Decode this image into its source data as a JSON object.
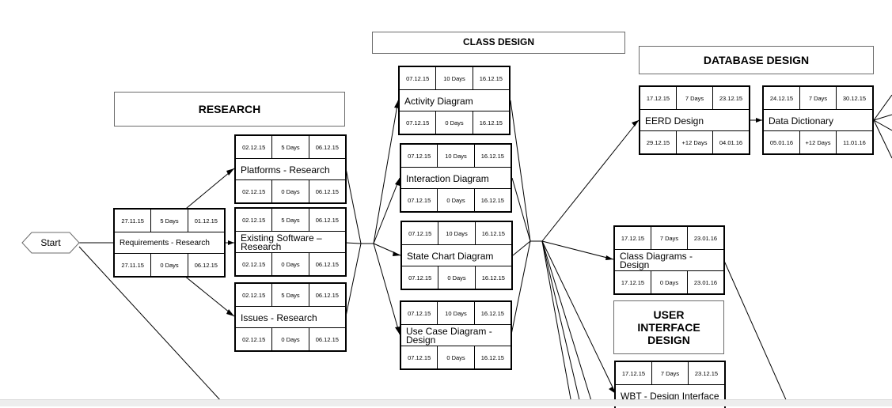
{
  "headings": [
    {
      "id": "research",
      "label": "RESEARCH"
    },
    {
      "id": "class",
      "label": "CLASS DESIGN"
    },
    {
      "id": "database",
      "label": "DATABASE DESIGN"
    },
    {
      "id": "ui",
      "label": "USER\nINTERFACE\nDESIGN"
    }
  ],
  "start": {
    "label": "Start"
  },
  "nodes": [
    {
      "id": "req",
      "title": "Requirements - Research",
      "top": [
        "27.11.15",
        "5 Days",
        "01.12.15"
      ],
      "bottom": [
        "27.11.15",
        "0 Days",
        "06.12.15"
      ]
    },
    {
      "id": "platforms",
      "title": "Platforms - Research",
      "top": [
        "02.12.15",
        "5 Days",
        "06.12.15"
      ],
      "bottom": [
        "02.12.15",
        "0 Days",
        "06.12.15"
      ]
    },
    {
      "id": "existing",
      "title": "Existing Software – Research",
      "top": [
        "02.12.15",
        "5 Days",
        "06.12.15"
      ],
      "bottom": [
        "02.12.15",
        "0 Days",
        "06.12.15"
      ]
    },
    {
      "id": "issues",
      "title": "Issues - Research",
      "top": [
        "02.12.15",
        "5 Days",
        "06.12.15"
      ],
      "bottom": [
        "02.12.15",
        "0 Days",
        "06.12.15"
      ]
    },
    {
      "id": "activity",
      "title": "Activity Diagram",
      "top": [
        "07.12.15",
        "10 Days",
        "16.12.15"
      ],
      "bottom": [
        "07.12.15",
        "0 Days",
        "16.12.15"
      ]
    },
    {
      "id": "interaction",
      "title": "Interaction Diagram",
      "top": [
        "07.12.15",
        "10 Days",
        "16.12.15"
      ],
      "bottom": [
        "07.12.15",
        "0 Days",
        "16.12.15"
      ]
    },
    {
      "id": "statechart",
      "title": "State Chart Diagram",
      "top": [
        "07.12.15",
        "10 Days",
        "16.12.15"
      ],
      "bottom": [
        "07.12.15",
        "0 Days",
        "16.12.15"
      ]
    },
    {
      "id": "usecase",
      "title": "Use Case Diagram - Design",
      "top": [
        "07.12.15",
        "10 Days",
        "16.12.15"
      ],
      "bottom": [
        "07.12.15",
        "0 Days",
        "16.12.15"
      ]
    },
    {
      "id": "eerd",
      "title": "EERD Design",
      "top": [
        "17.12.15",
        "7 Days",
        "23.12.15"
      ],
      "bottom": [
        "29.12.15",
        "+12 Days",
        "04.01.16"
      ]
    },
    {
      "id": "dictionary",
      "title": "Data Dictionary",
      "top": [
        "24.12.15",
        "7 Days",
        "30.12.15"
      ],
      "bottom": [
        "05.01.16",
        "+12 Days",
        "11.01.16"
      ]
    },
    {
      "id": "classdiag",
      "title": "Class Diagrams - Design",
      "top": [
        "17.12.15",
        "7 Days",
        "23.01.16"
      ],
      "bottom": [
        "17.12.15",
        "0 Days",
        "23.01.16"
      ]
    },
    {
      "id": "wbt",
      "title": "WBT - Design Interface",
      "top": [
        "17.12.15",
        "7 Days",
        "23.12.15"
      ],
      "bottom": []
    }
  ]
}
